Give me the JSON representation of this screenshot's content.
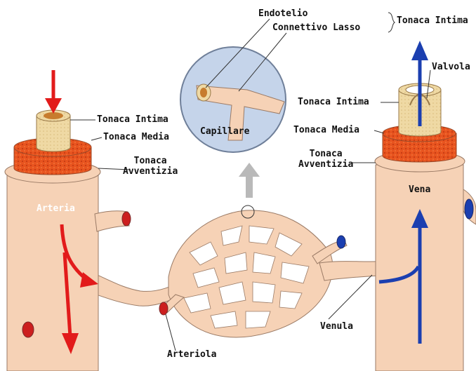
{
  "labels": {
    "endotelio": "Endotelio",
    "connettivo_lasso": "Connettivo Lasso",
    "tonaca_intima_top": "Tonaca Intima",
    "valvola": "Valvola",
    "tonaca_intima_left": "Tonaca Intima",
    "tonaca_media_left": "Tonaca Media",
    "tonaca_avventizia_left": "Tonaca\nAvventizia",
    "capillare": "Capillare",
    "tonaca_intima_right": "Tonaca Intima",
    "tonaca_media_right": "Tonaca Media",
    "tonaca_avventizia_right": "Tonaca\nAvventizia",
    "arteria": "Arteria",
    "vena": "Vena",
    "venula": "Venula",
    "arteriola": "Arteriola"
  },
  "colors": {
    "vessel_skin": "#f6d2b6",
    "vessel_outline": "#9a7a65",
    "tunica_media": "#e8541f",
    "tunica_intima": "#efd9a4",
    "arterial_arrow": "#e21b1b",
    "venous_arrow": "#1b3fb0",
    "lens_fill": "#c5d4ea",
    "upward_arrow": "#b9b9b9"
  }
}
